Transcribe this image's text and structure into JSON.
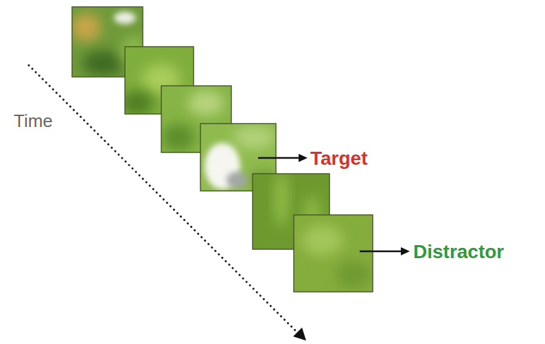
{
  "diagram": {
    "labels": [
      "Time",
      "Target",
      "Distractor"
    ]
  }
}
